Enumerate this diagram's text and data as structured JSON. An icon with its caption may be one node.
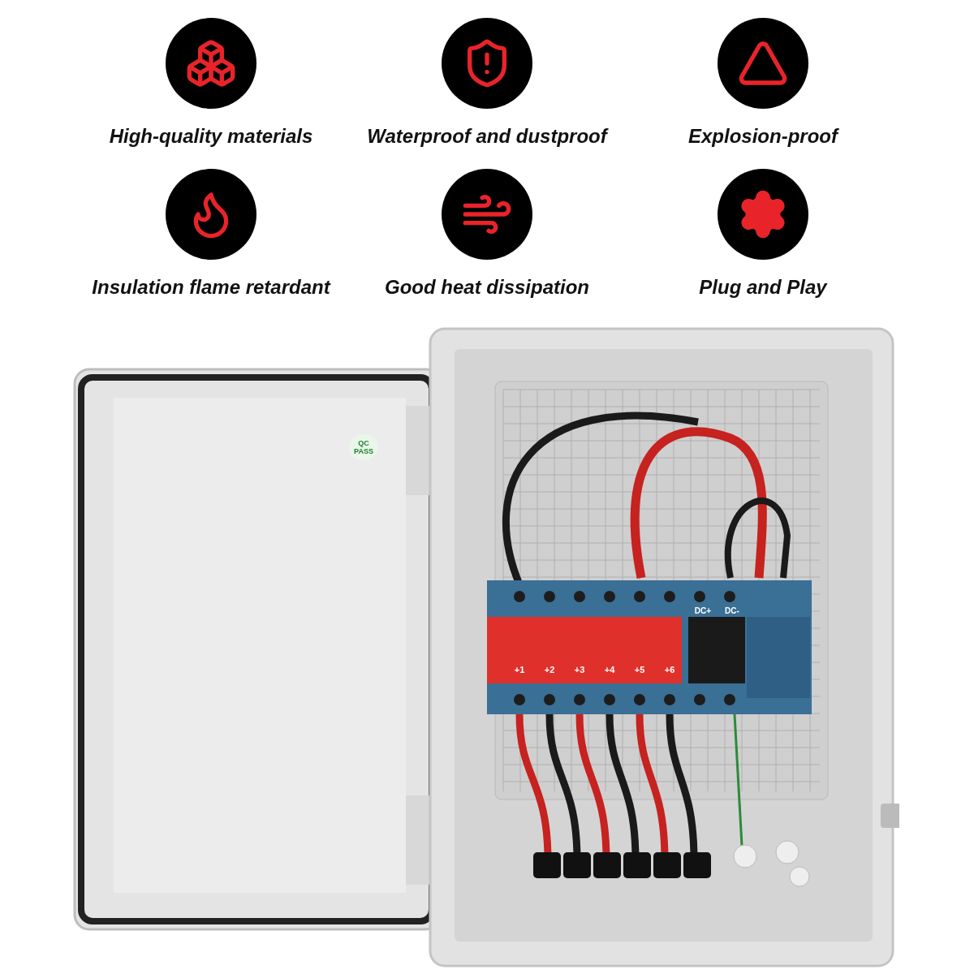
{
  "diagram": {
    "labels": [
      "High-quality materials",
      "Waterproof and dustproof",
      "Explosion-proof",
      "Insulation flame retardant",
      "Good heat dissipation",
      "Plug and Play",
      "QC PASS",
      "+1",
      "+2",
      "+3",
      "+4",
      "+5",
      "+6",
      "DC+",
      "DC-"
    ]
  }
}
